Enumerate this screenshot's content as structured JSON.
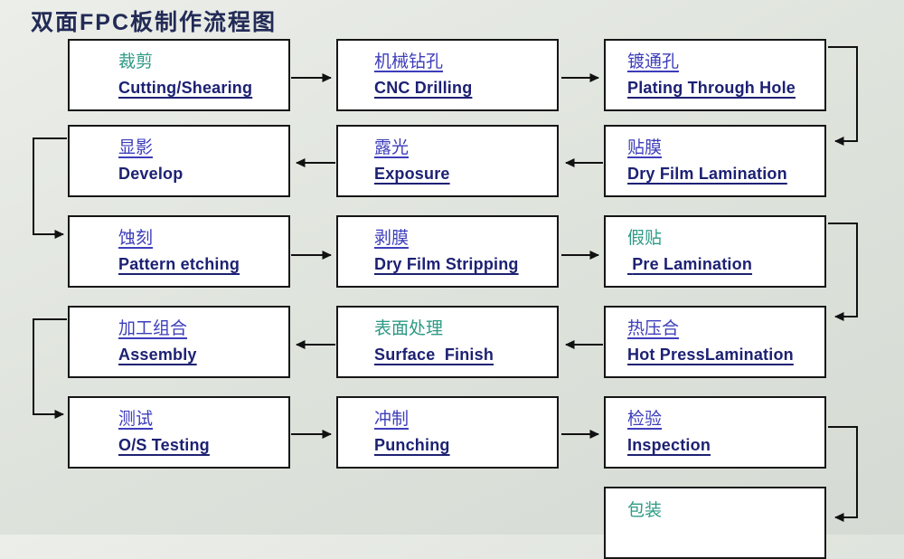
{
  "title": "双面FPC板制作流程图",
  "colors": {
    "background": "#dde2db",
    "box_fill": "#ffffff",
    "box_border": "#161616",
    "navy_text": "#1d2173",
    "blue_label": "#3d3dbb",
    "teal_label": "#2d9a85",
    "arrow": "#111111"
  },
  "nodes": [
    {
      "id": "cutting",
      "zh": "裁剪",
      "en": "Cutting/Shearing"
    },
    {
      "id": "cnc-drilling",
      "zh": "机械钻孔",
      "en": "CNC Drilling"
    },
    {
      "id": "plating-through-hole",
      "zh": "镀通孔",
      "en": "Plating Through Hole"
    },
    {
      "id": "develop",
      "zh": "显影",
      "en": "Develop"
    },
    {
      "id": "exposure",
      "zh": "露光",
      "en": "Exposure"
    },
    {
      "id": "dry-film-lamination",
      "zh": "贴膜",
      "en": "Dry Film Lamination"
    },
    {
      "id": "pattern-etching",
      "zh": "蚀刻",
      "en": "Pattern etching"
    },
    {
      "id": "dry-film-stripping",
      "zh": "剥膜",
      "en": "Dry Film Stripping"
    },
    {
      "id": "pre-lamination",
      "zh": "假贴",
      "en": " Pre Lamination"
    },
    {
      "id": "assembly",
      "zh": "加工组合",
      "en": "Assembly"
    },
    {
      "id": "surface-finish",
      "zh": "表面处理",
      "en": "Surface  Finish"
    },
    {
      "id": "hot-press-lamination",
      "zh": "热压合",
      "en": "Hot PressLamination"
    },
    {
      "id": "os-testing",
      "zh": "测试",
      "en": "O/S Testing"
    },
    {
      "id": "punching",
      "zh": "冲制",
      "en": "Punching"
    },
    {
      "id": "inspection",
      "zh": "检验",
      "en": "Inspection"
    },
    {
      "id": "packing",
      "zh": "包装",
      "en": ""
    }
  ],
  "edges": [
    {
      "from": "cutting",
      "to": "cnc-drilling"
    },
    {
      "from": "cnc-drilling",
      "to": "plating-through-hole"
    },
    {
      "from": "plating-through-hole",
      "to": "dry-film-lamination"
    },
    {
      "from": "dry-film-lamination",
      "to": "exposure"
    },
    {
      "from": "exposure",
      "to": "develop"
    },
    {
      "from": "develop",
      "to": "pattern-etching"
    },
    {
      "from": "pattern-etching",
      "to": "dry-film-stripping"
    },
    {
      "from": "dry-film-stripping",
      "to": "pre-lamination"
    },
    {
      "from": "pre-lamination",
      "to": "hot-press-lamination"
    },
    {
      "from": "hot-press-lamination",
      "to": "surface-finish"
    },
    {
      "from": "surface-finish",
      "to": "assembly"
    },
    {
      "from": "assembly",
      "to": "os-testing"
    },
    {
      "from": "os-testing",
      "to": "punching"
    },
    {
      "from": "punching",
      "to": "inspection"
    },
    {
      "from": "inspection",
      "to": "packing"
    }
  ]
}
